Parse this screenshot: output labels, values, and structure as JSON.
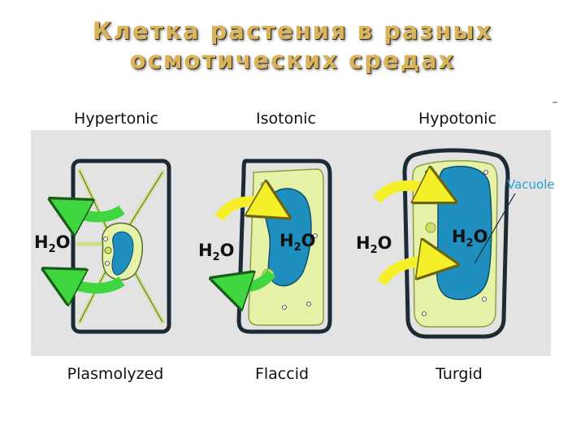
{
  "title": {
    "line1": "Клетка растения в разных",
    "line2": "осмотических средах"
  },
  "columns": [
    {
      "heading": "Hypertonic",
      "caption": "Plasmolyzed"
    },
    {
      "heading": "Isotonic",
      "caption": "Flaccid"
    },
    {
      "heading": "Hypotonic",
      "caption": "Turgid"
    }
  ],
  "water_label": {
    "main": "H",
    "sub": "2",
    "tail": "O"
  },
  "vacuole_label": "Vacuole",
  "colors": {
    "title": "#d9b45a",
    "panel_bg": "#e3e3e3",
    "cell_wall": "#1c2a33",
    "cytoplasm": "#e6f2a8",
    "vacuole": "#1e8fbf",
    "arrow_out": "#3fd63f",
    "arrow_in": "#f5ef2a",
    "vacuole_label": "#2a9fd6"
  }
}
